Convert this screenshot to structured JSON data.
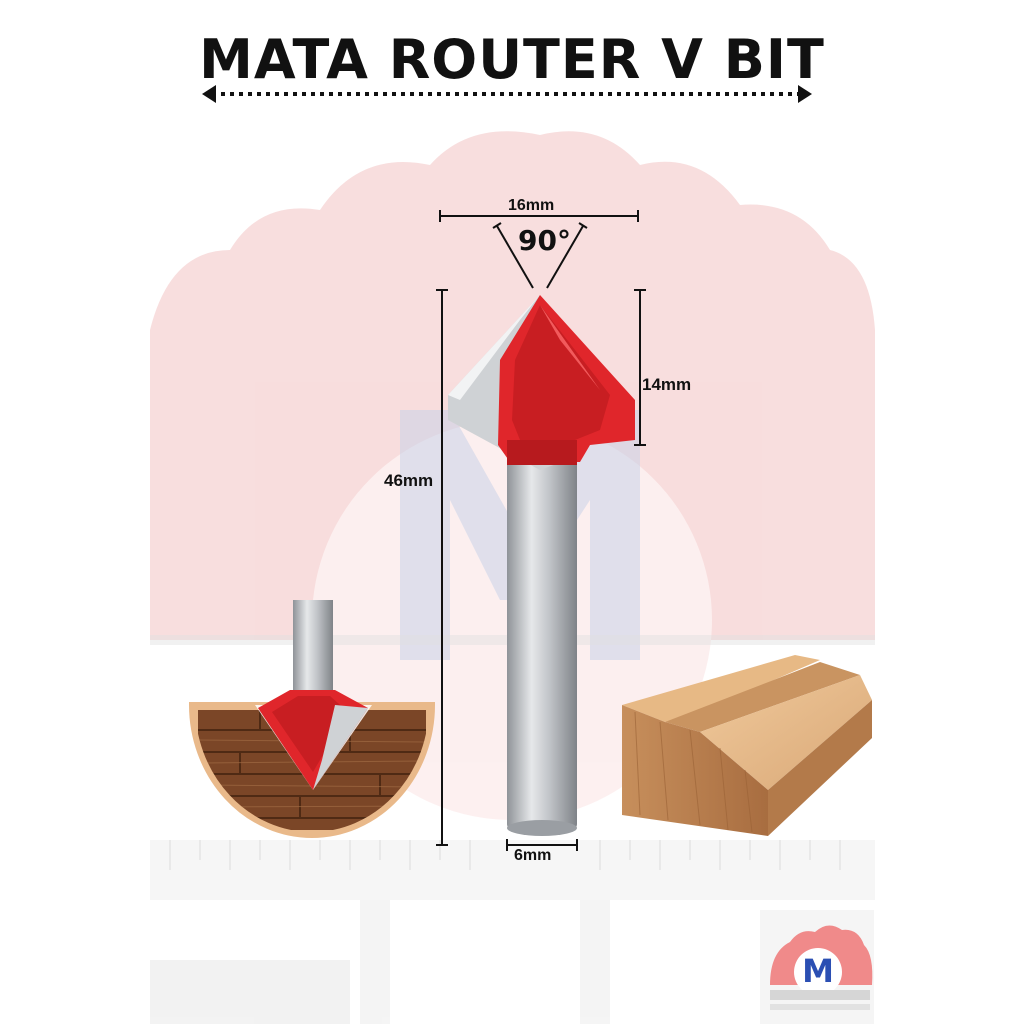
{
  "title": "MATA ROUTER V BIT",
  "dimensions": {
    "cutting_width": "16mm",
    "angle": "90°",
    "cutting_height": "14mm",
    "total_length": "46mm",
    "shank_diameter": "6mm"
  },
  "logo": {
    "letter": "M"
  },
  "colors": {
    "bit_red": "#e0262b",
    "steel": "#b9bcc0",
    "wood_light": "#d9a877",
    "wood_dark": "#8a5231",
    "title_text": "#111111",
    "watermark_red": "#f3c2c2",
    "watermark_blue": "#c9d2e8"
  }
}
